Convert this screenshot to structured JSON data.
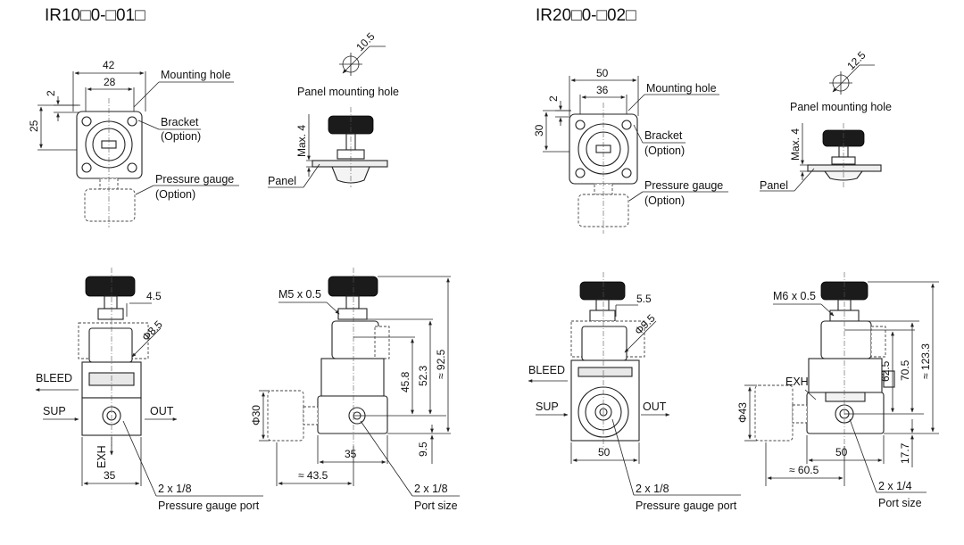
{
  "left": {
    "title": "IR10□0-□01□",
    "top_view": {
      "dim_width": "42",
      "dim_hole_pitch": "28",
      "dim_offset": "2",
      "dim_height": "25",
      "mounting_hole": "Mounting hole",
      "bracket": "Bracket",
      "bracket_option": "(Option)",
      "gauge": "Pressure gauge",
      "gauge_option": "(Option)"
    },
    "panel_view": {
      "hole_dia": "10.5",
      "panel_mounting_hole": "Panel mounting hole",
      "max_thickness": "Max. 4",
      "panel": "Panel"
    },
    "front_view": {
      "dim_45": "4.5",
      "dim_phi": "Φ8.5",
      "bleed": "BLEED",
      "sup": "SUP",
      "out": "OUT",
      "exh": "EXH",
      "dim_width": "35",
      "port": "2 x 1/8",
      "port_label": "Pressure gauge port"
    },
    "side_view": {
      "thread": "M5 x 0.5",
      "dim_458": "45.8",
      "dim_523": "52.3",
      "dim_925": "≈ 92.5",
      "dim_95": "9.5",
      "dim_phi30": "Φ30",
      "dim_35": "35",
      "dim_435": "≈ 43.5",
      "port": "2 x 1/8",
      "port_label": "Port size"
    }
  },
  "right": {
    "title": "IR20□0-□02□",
    "top_view": {
      "dim_width": "50",
      "dim_hole_pitch": "36",
      "dim_offset": "2",
      "dim_height": "30",
      "mounting_hole": "Mounting hole",
      "bracket": "Bracket",
      "bracket_option": "(Option)",
      "gauge": "Pressure gauge",
      "gauge_option": "(Option)"
    },
    "panel_view": {
      "hole_dia": "12.5",
      "panel_mounting_hole": "Panel mounting hole",
      "max_thickness": "Max. 4",
      "panel": "Panel"
    },
    "front_view": {
      "dim_55": "5.5",
      "dim_phi": "Φ9.5",
      "bleed": "BLEED",
      "sup": "SUP",
      "out": "OUT",
      "dim_width": "50",
      "port": "2 x 1/8",
      "port_label": "Pressure gauge port"
    },
    "side_view": {
      "thread": "M6 x 0.5",
      "exh": "EXH",
      "dim_625": "62.5",
      "dim_705": "70.5",
      "dim_1233": "≈ 123.3",
      "dim_177": "17.7",
      "dim_phi43": "Φ43",
      "dim_50": "50",
      "dim_605": "≈ 60.5",
      "port": "2 x 1/4",
      "port_label": "Port size"
    }
  }
}
